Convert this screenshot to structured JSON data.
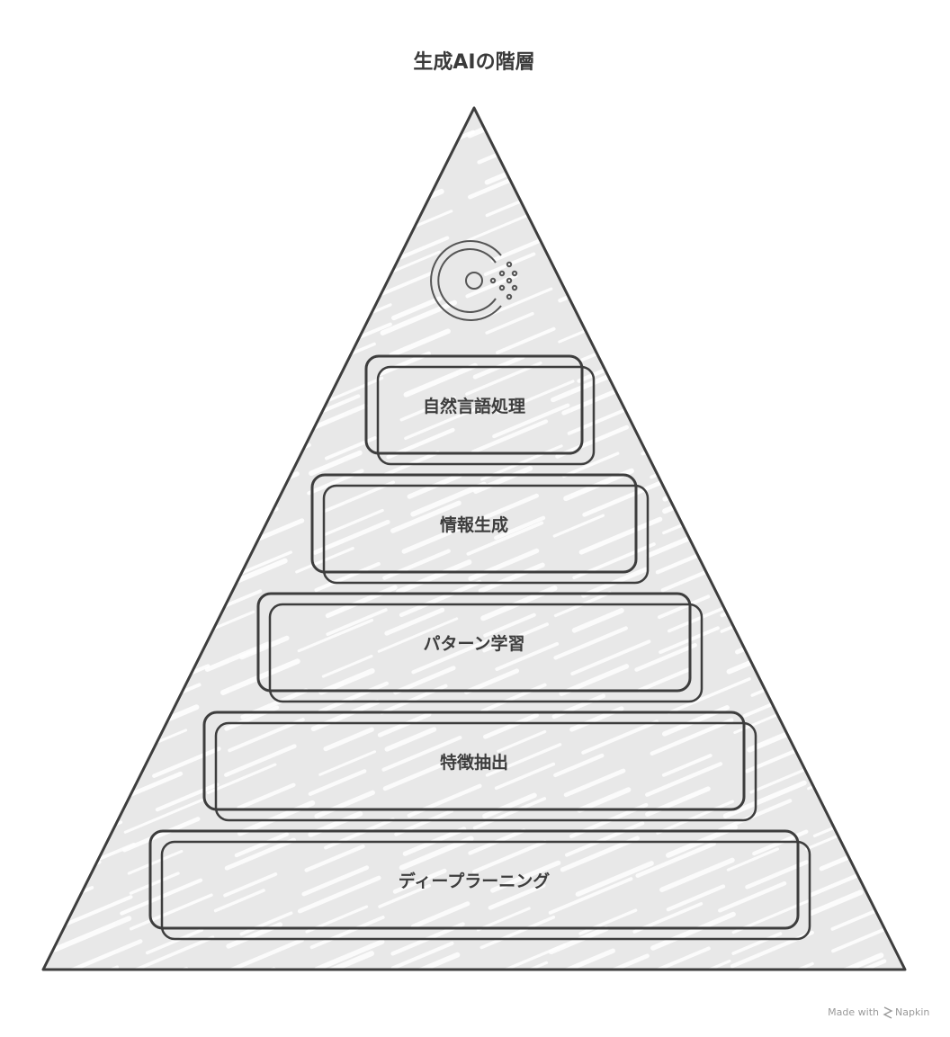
{
  "title": "生成AIの階層",
  "icon": "consul-like-logo-icon",
  "layers": [
    {
      "label": "自然言語処理",
      "color": "#fde0cc"
    },
    {
      "label": "情報生成",
      "color": "#fdf7b8"
    },
    {
      "label": "パターン学習",
      "color": "#e9fcb4"
    },
    {
      "label": "特徴抽出",
      "color": "#c9fce2"
    },
    {
      "label": "ディープラーニング",
      "color": "#dde9fd"
    }
  ],
  "pyramid_fill": "#e8e8e8",
  "watermark": {
    "prefix": "Made with",
    "brand": "Napkin"
  }
}
